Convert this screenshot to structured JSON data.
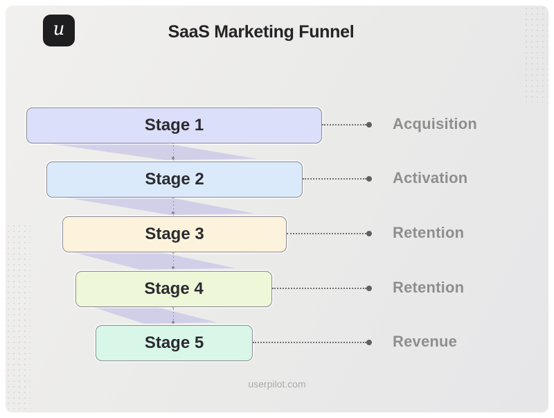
{
  "page": {
    "title": "SaaS Marketing Funnel",
    "watermark": "userpilot.com",
    "logo_letter": "u"
  },
  "funnel": {
    "stages": [
      {
        "label": "Stage 1",
        "annotation": "Acquisition",
        "fill": "#dcdffa"
      },
      {
        "label": "Stage 2",
        "annotation": "Activation",
        "fill": "#dbeafb"
      },
      {
        "label": "Stage 3",
        "annotation": "Retention",
        "fill": "#fdf3dc"
      },
      {
        "label": "Stage 4",
        "annotation": "Retention",
        "fill": "#eef8d8"
      },
      {
        "label": "Stage 5",
        "annotation": "Revenue",
        "fill": "#d9f7e8"
      }
    ]
  },
  "colors": {
    "connector": "rgba(178,174,230,0.45)",
    "box_border": "#8b8b95",
    "stage_text": "#2b2b30",
    "title_text": "#242426",
    "annotation_text": "#8e8e8e",
    "leader": "#6e6e6e",
    "bullet": "#606060",
    "watermark_text": "#ababab",
    "logo_bg": "#1e1e20",
    "logo_text": "#ffffff"
  }
}
